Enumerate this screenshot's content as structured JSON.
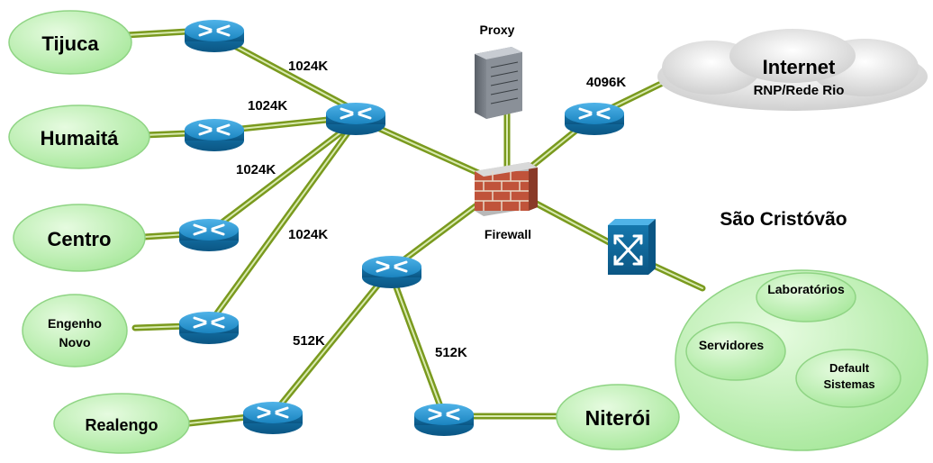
{
  "sites": {
    "tijuca": "Tijuca",
    "humaita": "Humaitá",
    "centro": "Centro",
    "engenho_1": "Engenho",
    "engenho_2": "Novo",
    "realengo": "Realengo",
    "niteroi": "Niterói"
  },
  "links": {
    "tijuca": "1024K",
    "humaita": "1024K",
    "centro": "1024K",
    "engenho": "1024K",
    "realengo": "512K",
    "niteroi": "512K",
    "internet": "4096K"
  },
  "devices": {
    "proxy": "Proxy",
    "firewall": "Firewall"
  },
  "internet": {
    "title": "Internet",
    "subtitle": "RNP/Rede Rio"
  },
  "campus": {
    "title": "São Cristóvão",
    "labs": "Laboratórios",
    "servers": "Servidores",
    "default_1": "Default",
    "default_2": "Sistemas"
  },
  "colors": {
    "link": "#7a9a1e",
    "site_fill": "#b9efb0",
    "router": "#1a7fb8"
  }
}
